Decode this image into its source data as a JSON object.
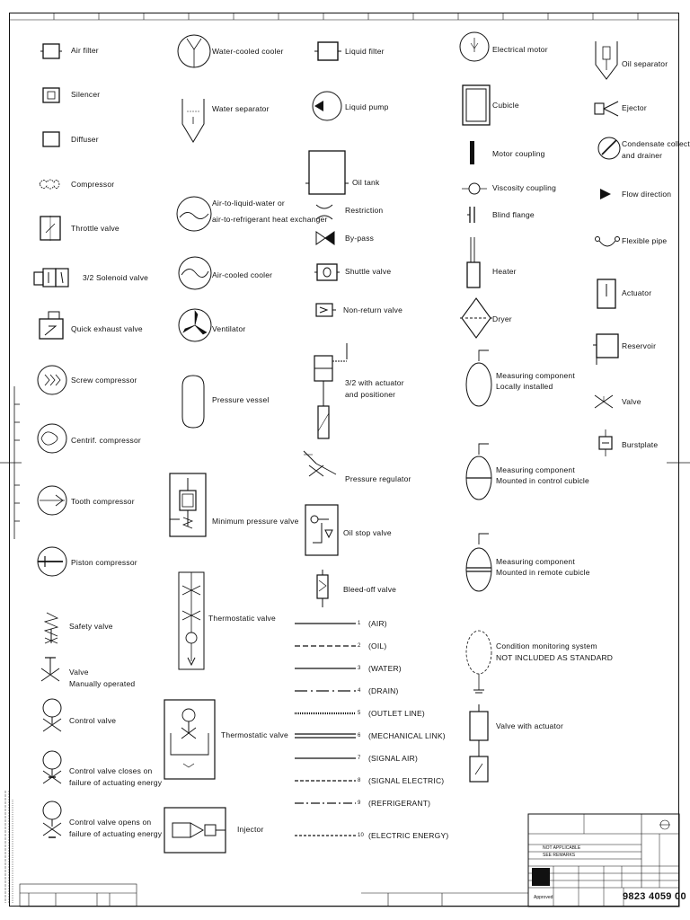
{
  "legend": {
    "col1": [
      "Air filter",
      "Silencer",
      "Diffuser",
      "Compressor",
      "Throttle valve",
      "3/2 Solenoid valve",
      "Quick exhaust valve",
      "Screw compressor",
      "Centrif. compressor",
      "Tooth compressor",
      "Piston compressor",
      "Safety valve",
      "Valve",
      "Manually operated",
      "Control valve",
      "Control valve closes on",
      "failure of actuating energy",
      "Control valve opens on",
      "failure of actuating energy"
    ],
    "col2": [
      "Water-cooled cooler",
      "Water separator",
      "Air-to-liquid-water or",
      "air-to-refrigerant heat exchanger",
      "Air-cooled cooler",
      "Ventilator",
      "Pressure vessel",
      "Minimum pressure valve",
      "Thermostatic valve",
      "Thermostatic valve",
      "Injector"
    ],
    "col3": [
      "Liquid filter",
      "Liquid pump",
      "Oil tank",
      "Restriction",
      "By-pass",
      "Shuttle valve",
      "Non-return valve",
      "3/2 with actuator",
      "and positioner",
      "Pressure regulator",
      "Oil stop valve",
      "Bleed-off valve"
    ],
    "col4": [
      "Electrical motor",
      "Cubicle",
      "Motor coupling",
      "Viscosity coupling",
      "Blind flange",
      "Heater",
      "Dryer",
      "Measuring component",
      "Locally installed",
      "Measuring component",
      "Mounted in control cubicle",
      "Measuring component",
      "Mounted in remote cubicle",
      "Condition monitoring system",
      "NOT INCLUDED AS STANDARD",
      "Valve with actuator"
    ],
    "col5": [
      "Oil separator",
      "Ejector",
      "Condensate collector",
      "and drainer",
      "Flow direction",
      "Flexible pipe",
      "Actuator",
      "Reservoir",
      "Valve",
      "Burstplate"
    ],
    "lines": [
      {
        "code": "1",
        "name": "(AIR)"
      },
      {
        "code": "2",
        "name": "(OIL)"
      },
      {
        "code": "3",
        "name": "(WATER)"
      },
      {
        "code": "4",
        "name": "(DRAIN)"
      },
      {
        "code": "5",
        "name": "(OUTLET LINE)"
      },
      {
        "code": "6",
        "name": "(MECHANICAL LINK)"
      },
      {
        "code": "7",
        "name": "(SIGNAL AIR)"
      },
      {
        "code": "8",
        "name": "(SIGNAL ELECTRIC)"
      },
      {
        "code": "9",
        "name": "(REFRIGERANT)"
      },
      {
        "code": "10",
        "name": "(ELECTRIC ENERGY)"
      }
    ]
  },
  "title_block": {
    "doc_number": "9823 4059 00",
    "note_1": "NOT APPLICABLE",
    "note_2": "SEE REMARKS",
    "approved": "Approved"
  }
}
